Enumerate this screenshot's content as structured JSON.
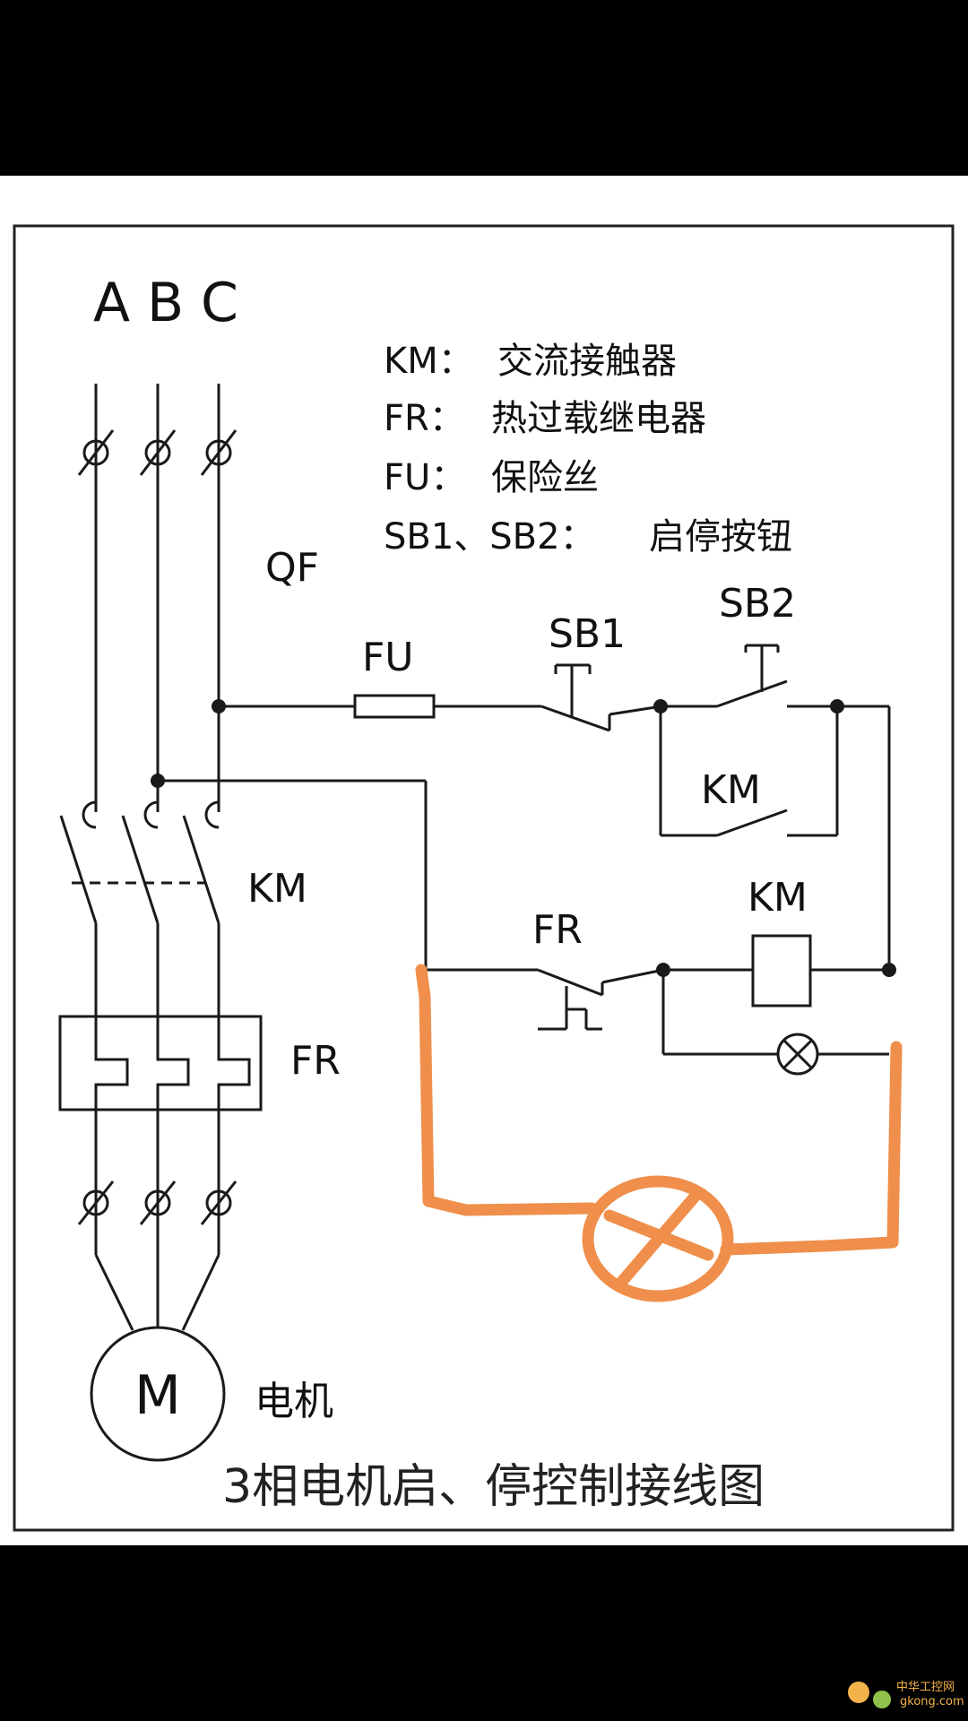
{
  "phases": [
    "A",
    "B",
    "C"
  ],
  "legend": [
    {
      "code": "KM：",
      "desc": "交流接触器"
    },
    {
      "code": "FR：",
      "desc": "热过载继电器"
    },
    {
      "code": "FU：",
      "desc": "保险丝"
    },
    {
      "code": "SB1、SB2：",
      "desc": "启停按钮"
    }
  ],
  "labels": {
    "qf": "QF",
    "fu": "FU",
    "sb1": "SB1",
    "sb2": "SB2",
    "km_hold": "KM",
    "km_main": "KM",
    "km_coil": "KM",
    "fr_contact": "FR",
    "fr_relay": "FR",
    "motor": "M",
    "motor_text": "电机"
  },
  "title": "3相电机启、停控制接线图",
  "watermark": {
    "line1": "中华工控网",
    "line2": "gkong.com"
  },
  "colors": {
    "page": "#ffffff",
    "frame": "#000000",
    "wire": "#1a1a1a",
    "highlight": "#ef8f4b",
    "background": "#000000"
  }
}
